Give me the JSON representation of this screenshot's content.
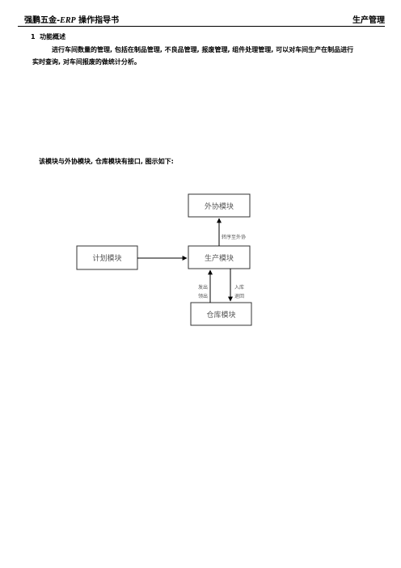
{
  "header": {
    "title_prefix": "强鹏五金-",
    "title_italic": "ERP",
    "title_suffix": " 操作指导书",
    "section": "生产管理"
  },
  "section": {
    "number": "1",
    "title": "功能概述"
  },
  "paragraph": {
    "line1": "进行车间数量的管理, 包括在制品管理, 不良品管理, 报废管理, 组件处理管理, 可以对车间生产在制品进行",
    "line2": "实时查询, 对车间报废的做统计分析。"
  },
  "intro": "该模块与外协模块, 仓库模块有接口, 图示如下:",
  "diagram": {
    "boxes": {
      "outsource": "外协模块",
      "plan": "计划模块",
      "production": "生产模块",
      "warehouse": "仓库模块"
    },
    "edges": {
      "to_outsource": "转序至外协",
      "issue_line1": "发出",
      "issue_line2": "领出",
      "return_line1": "入库",
      "return_line2": "退回"
    }
  }
}
